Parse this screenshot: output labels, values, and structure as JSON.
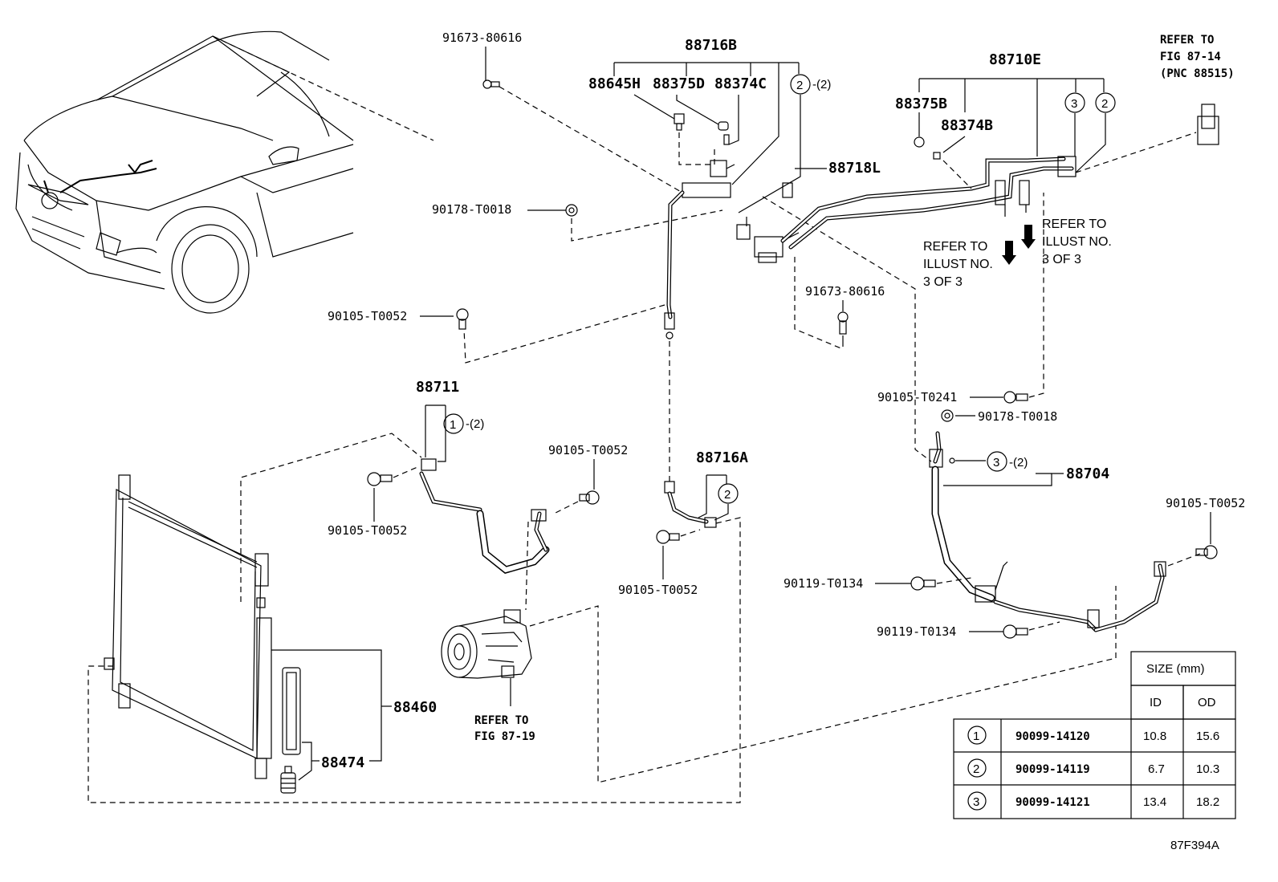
{
  "figure_id": "87F394A",
  "labels": {
    "p91673_top": "91673-80616",
    "p88716B": "88716B",
    "p88645H": "88645H",
    "p88375D": "88375D",
    "p88374C": "88374C",
    "circ2_top": "2",
    "qty2_top": "-(2)",
    "p88710E": "88710E",
    "p88375B": "88375B",
    "p88374B": "88374B",
    "circ3_r": "3",
    "circ2_r": "2",
    "ref_fig1": "REFER TO",
    "ref_fig2": "FIG 87-14",
    "ref_fig3": "(PNC 88515)",
    "p88718L": "88718L",
    "p90178_left": "90178-T0018",
    "refer_a1": "REFER TO",
    "refer_a2": "ILLUST NO.",
    "refer_a3": "3 OF 3",
    "refer_b1": "REFER TO",
    "refer_b2": "ILLUST NO.",
    "refer_b3": "3 OF 3",
    "p91673_mid": "91673-80616",
    "p90105_a": "90105-T0052",
    "p88711": "88711",
    "circ1": "1",
    "qty1": "-(2)",
    "p90105_b": "90105-T0052",
    "p90105_c": "90105-T0052",
    "p88716A": "88716A",
    "circ2_a": "2",
    "p90105_d": "90105-T0052",
    "p90105_T0241": "90105-T0241",
    "p90178_right": "90178-T0018",
    "circ3_b": "3",
    "qty3": "-(2)",
    "p88704": "88704",
    "p90105_e": "90105-T0052",
    "p90119_a": "90119-T0134",
    "p90119_b": "90119-T0134",
    "p88460": "88460",
    "p88474": "88474",
    "ref_comp1": "REFER TO",
    "ref_comp2": "FIG 87-19"
  },
  "size_table": {
    "header": "SIZE (mm)",
    "col_id": "ID",
    "col_od": "OD",
    "rows": [
      {
        "key": "1",
        "part": "90099-14120",
        "id": "10.8",
        "od": "15.6"
      },
      {
        "key": "2",
        "part": "90099-14119",
        "id": "6.7",
        "od": "10.3"
      },
      {
        "key": "3",
        "part": "90099-14121",
        "id": "13.4",
        "od": "18.2"
      }
    ]
  }
}
